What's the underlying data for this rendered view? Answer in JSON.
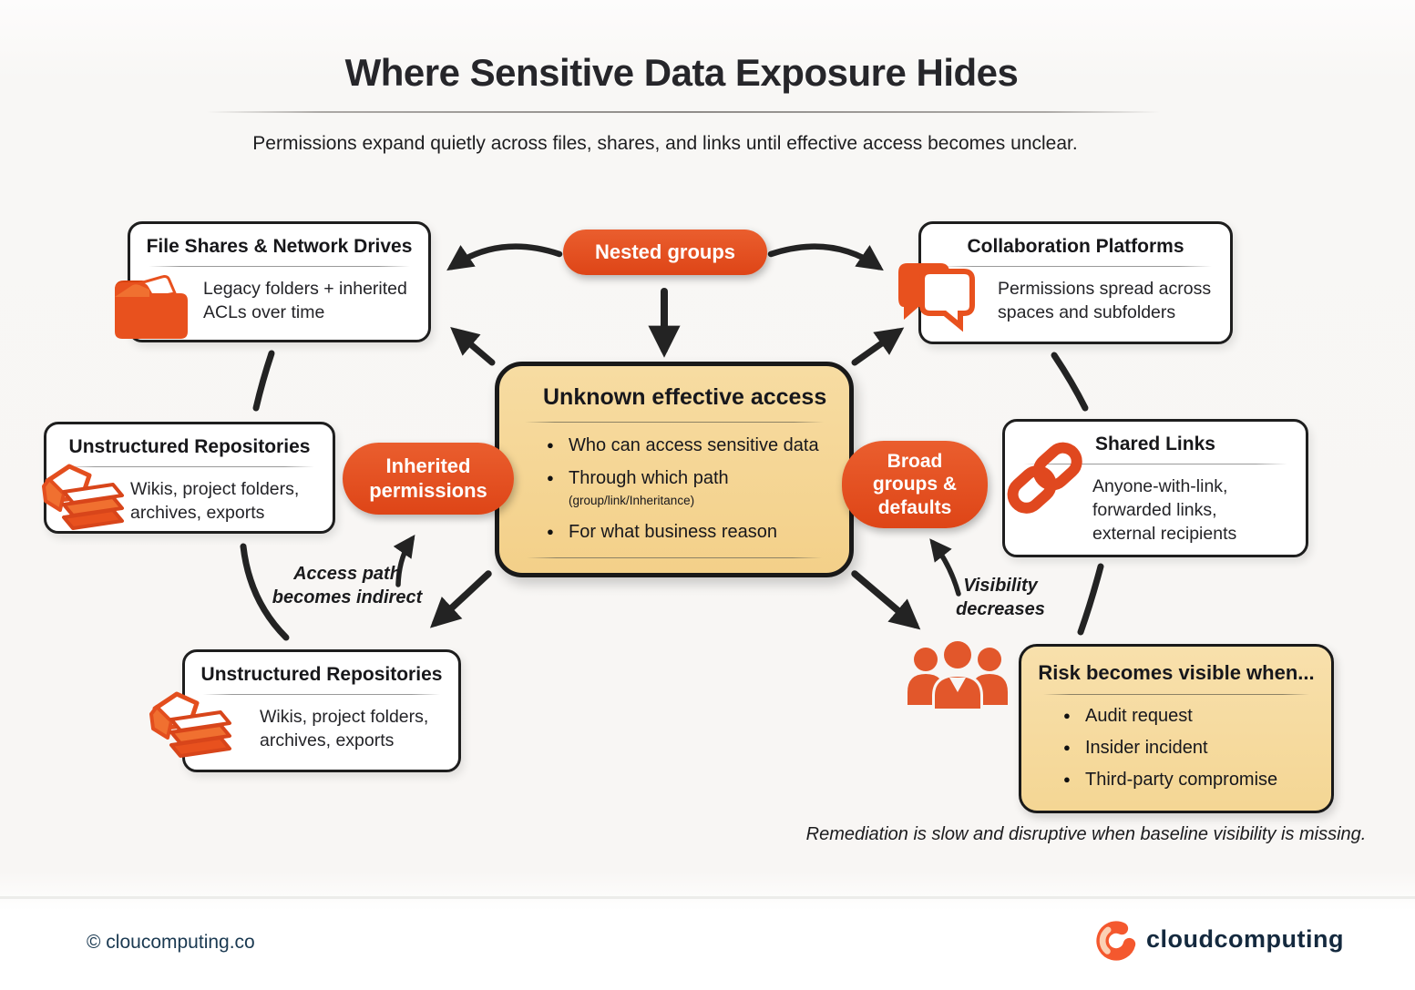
{
  "header": {
    "title": "Where Sensitive Data Exposure Hides",
    "subtitle": "Permissions expand quietly across files, shares, and links until effective access becomes unclear."
  },
  "pills": {
    "nested": "Nested groups",
    "inherited": "Inherited permissions",
    "broad": "Broad groups & defaults"
  },
  "nodes": {
    "file_shares": {
      "title": "File Shares & Network Drives",
      "body": "Legacy folders + inherited ACLs over time",
      "icon": "folder-icon"
    },
    "collaboration": {
      "title": "Collaboration Platforms",
      "body": "Permissions spread across spaces and subfolders",
      "icon": "chat-bubbles-icon"
    },
    "unstructured_left": {
      "title": "Unstructured Repositories",
      "body": "Wikis, project folders, archives, exports",
      "icon": "stacked-files-icon"
    },
    "unstructured_bottom": {
      "title": "Unstructured Repositories",
      "body": "Wikis, project folders, archives, exports",
      "icon": "stacked-files-icon"
    },
    "shared_links": {
      "title": "Shared Links",
      "body": "Anyone-with-link, forwarded links, external recipients",
      "icon": "chain-link-icon"
    },
    "unknown_access": {
      "title": "Unknown effective access",
      "bullets": [
        "Who can access sensitive data",
        "Through which path",
        "For what business reason"
      ],
      "bullet_detail": "(group/link/Inheritance)"
    },
    "risk": {
      "title": "Risk becomes visible when...",
      "bullets": [
        "Audit request",
        "Insider incident",
        "Third-party compromise"
      ],
      "icon": "people-group-icon"
    }
  },
  "annotations": {
    "left": "Access path becomes indirect",
    "right": "Visibility decreases",
    "bottom": "Remediation is slow and disruptive when baseline visibility is missing."
  },
  "footer": {
    "copyright": "© cloucomputing.co",
    "brand": "cloudcomputing",
    "logo_icon": "brand-c-icon"
  },
  "colors": {
    "accent_orange": "#E0501F",
    "panel_tan": "#F5D794",
    "border_dark": "#1E1E1E",
    "navy_text": "#14293E"
  }
}
